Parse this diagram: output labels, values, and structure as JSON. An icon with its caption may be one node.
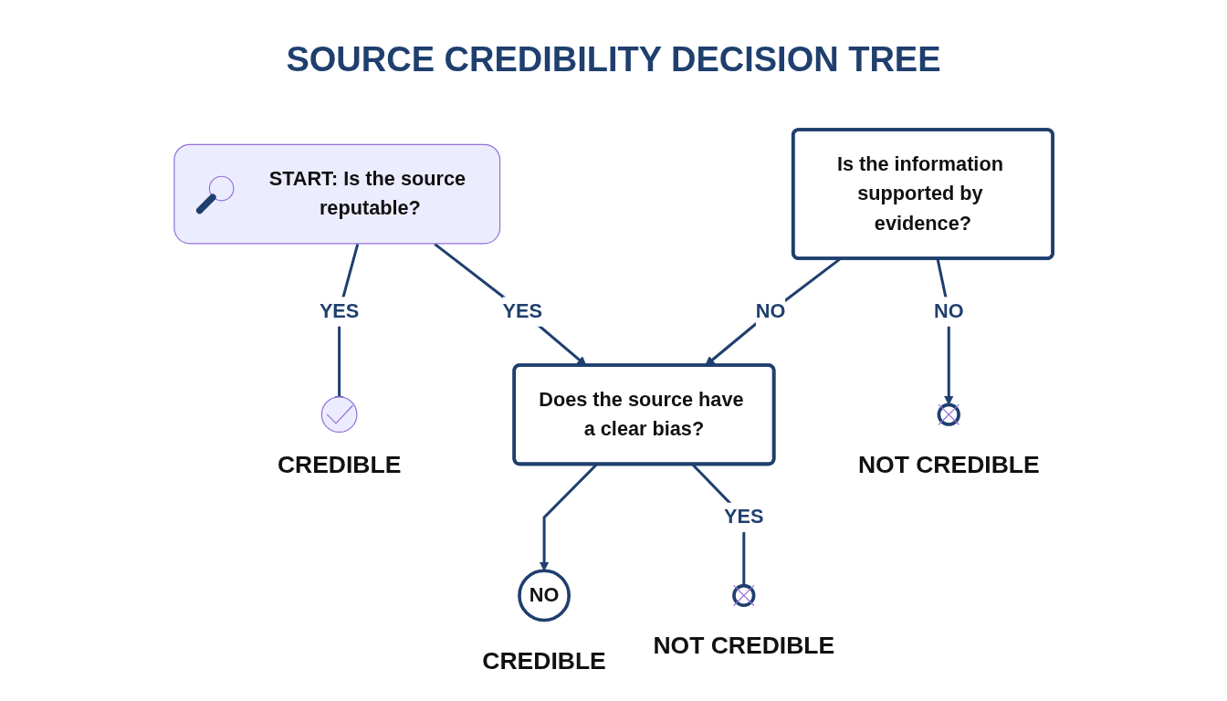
{
  "diagram": {
    "title": "SOURCE CREDIBILITY DECISION TREE",
    "nodes": [
      {
        "text": [
          "START: Is the source reputable?"
        ]
      },
      {
        "text": [
          "Is the information supported by evidence?"
        ]
      },
      {
        "text": [],
        "shape": "circle",
        "beside": [
          "CREDIBLE"
        ]
      },
      {
        "text": [
          "Does the source have a clear bias?"
        ]
      },
      {
        "text": [],
        "shape": "circle",
        "beside": [
          "NOT CREDIBLE"
        ]
      },
      {
        "text": [
          "NO"
        ],
        "beside": [
          "CREDIBLE"
        ]
      },
      {
        "text": [],
        "shape": "circle",
        "beside": [
          "NOT CREDIBLE"
        ]
      }
    ],
    "edges": [
      {
        "from": 0,
        "to": 2,
        "arrow": "to",
        "label": "YES"
      },
      {
        "from": 0,
        "to": 3,
        "arrow": "to",
        "label": "YES"
      },
      {
        "from": 1,
        "to": 3,
        "arrow": "to",
        "label": "NO"
      },
      {
        "from": 1,
        "to": 4,
        "arrow": "to",
        "label": "NO"
      },
      {
        "from": 3,
        "to": 5,
        "arrow": "to"
      },
      {
        "from": 3,
        "to": 6,
        "arrow": "none",
        "label": "YES"
      }
    ]
  }
}
